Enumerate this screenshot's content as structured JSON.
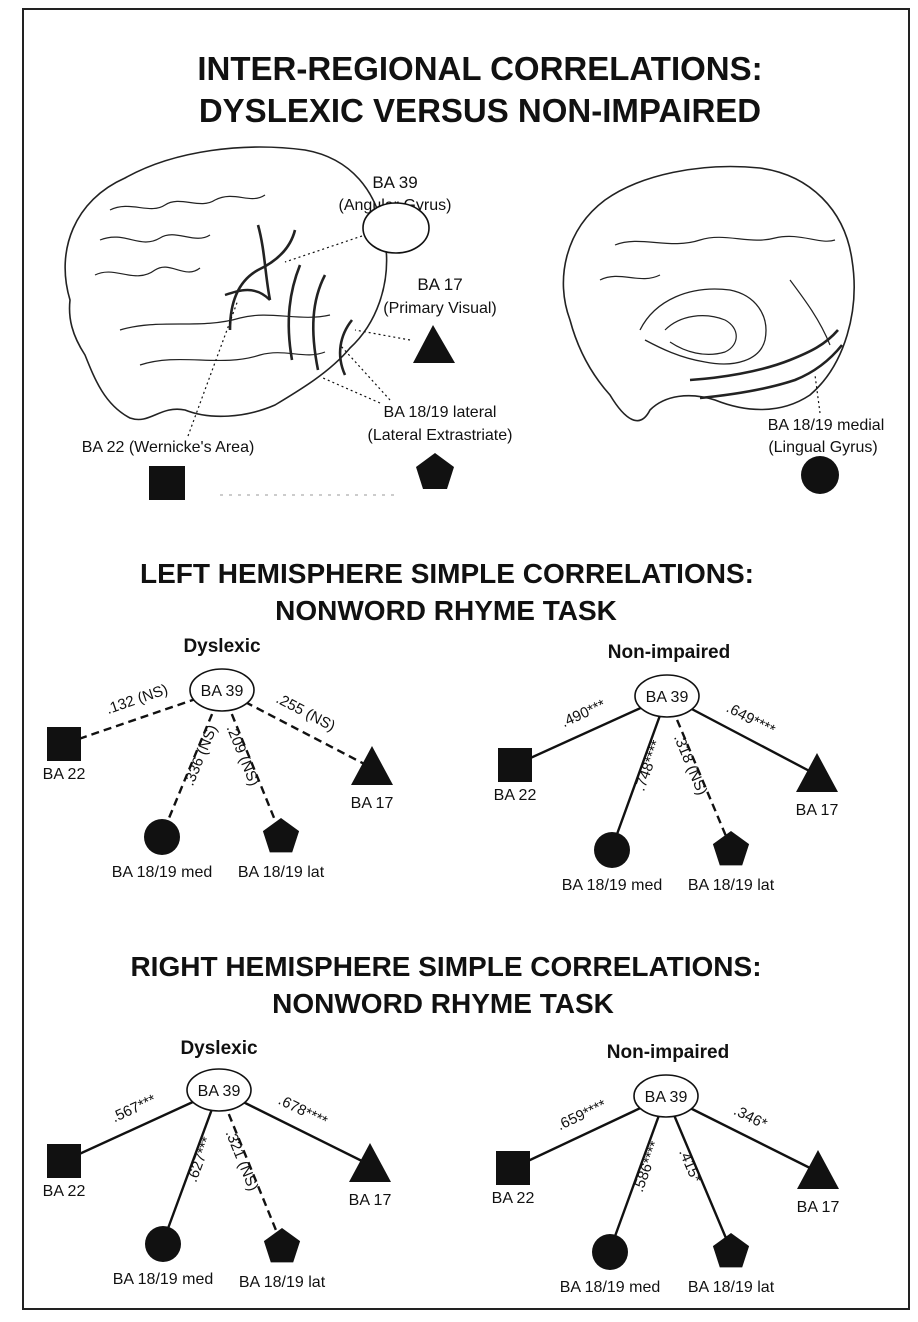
{
  "title": {
    "line1": "INTER-REGIONAL CORRELATIONS:",
    "line2": "DYSLEXIC VERSUS NON-IMPAIRED"
  },
  "regions": {
    "ba39": {
      "name": "BA 39",
      "desc": "(Angular Gyrus)"
    },
    "ba17": {
      "name": "BA 17",
      "desc": "(Primary Visual)"
    },
    "ba1819lat": {
      "name": "BA 18/19 lateral",
      "desc": "(Lateral Extrastriate)"
    },
    "ba22": {
      "name": "BA 22 (Wernicke's Area)"
    },
    "ba1819med": {
      "name": "BA 18/19 medial",
      "desc": "(Lingual Gyrus)"
    }
  },
  "sections": [
    {
      "title1": "LEFT HEMISPHERE SIMPLE CORRELATIONS:",
      "title2": "NONWORD RHYME TASK",
      "panels": [
        {
          "group": "Dyslexic",
          "center": "BA 39",
          "nodes": {
            "ba22": "BA 22",
            "med": "BA 18/19 med",
            "lat": "BA 18/19 lat",
            "ba17": "BA 17"
          },
          "edges": {
            "ba22": {
              "label": ".132 (NS)",
              "style": "dashed"
            },
            "med": {
              "label": ".336 (NS)",
              "style": "dashed"
            },
            "lat": {
              "label": ".209 (NS)",
              "style": "dashed"
            },
            "ba17": {
              "label": ".255 (NS)",
              "style": "dashed"
            }
          }
        },
        {
          "group": "Non-impaired",
          "center": "BA 39",
          "nodes": {
            "ba22": "BA 22",
            "med": "BA 18/19 med",
            "lat": "BA 18/19 lat",
            "ba17": "BA 17"
          },
          "edges": {
            "ba22": {
              "label": ".490***",
              "style": "solid"
            },
            "med": {
              "label": ".748****",
              "style": "solid"
            },
            "lat": {
              "label": ".318 (NS)",
              "style": "dashed"
            },
            "ba17": {
              "label": ".649****",
              "style": "solid"
            }
          }
        }
      ]
    },
    {
      "title1": "RIGHT HEMISPHERE SIMPLE CORRELATIONS:",
      "title2": "NONWORD RHYME TASK",
      "panels": [
        {
          "group": "Dyslexic",
          "center": "BA 39",
          "nodes": {
            "ba22": "BA 22",
            "med": "BA 18/19 med",
            "lat": "BA 18/19 lat",
            "ba17": "BA 17"
          },
          "edges": {
            "ba22": {
              "label": ".567***",
              "style": "solid"
            },
            "med": {
              "label": ".627***",
              "style": "solid"
            },
            "lat": {
              "label": ".321 (NS)",
              "style": "dashed"
            },
            "ba17": {
              "label": ".678****",
              "style": "solid"
            }
          }
        },
        {
          "group": "Non-impaired",
          "center": "BA 39",
          "nodes": {
            "ba22": "BA 22",
            "med": "BA 18/19 med",
            "lat": "BA 18/19 lat",
            "ba17": "BA 17"
          },
          "edges": {
            "ba22": {
              "label": ".659****",
              "style": "solid"
            },
            "med": {
              "label": ".586****",
              "style": "solid"
            },
            "lat": {
              "label": ".415*",
              "style": "solid"
            },
            "ba17": {
              "label": ".346*",
              "style": "solid"
            }
          }
        }
      ]
    }
  ]
}
